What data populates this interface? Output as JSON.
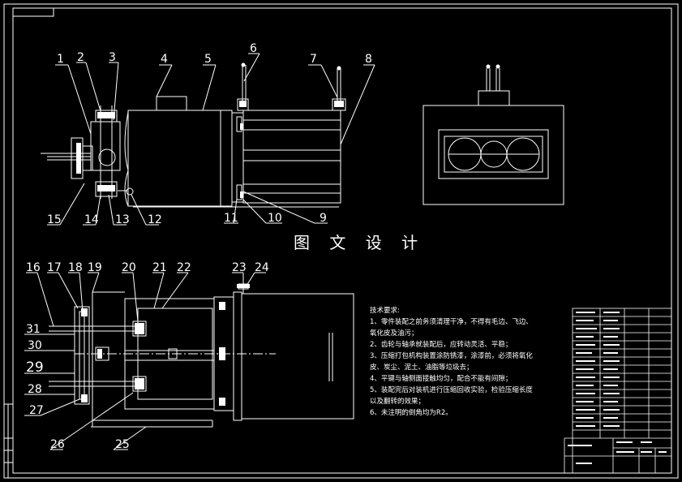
{
  "title_watermark": "图 文 设 计",
  "part_numbers": [
    "1",
    "2",
    "3",
    "4",
    "5",
    "6",
    "7",
    "8",
    "9",
    "10",
    "11",
    "12",
    "13",
    "14",
    "15",
    "16",
    "17",
    "18",
    "19",
    "20",
    "21",
    "22",
    "23",
    "24",
    "25",
    "26",
    "27",
    "28",
    "29",
    "30",
    "31"
  ],
  "technical_notes": {
    "heading": "技术要求:",
    "lines": [
      "1、零件装配之前务须清理干净，不得有毛边、飞边、",
      "氧化皮及油污；",
      "2、齿轮与轴承就装配后，应转动灵活、平稳；",
      "3、压缩打包机构装置涂防锈漆，涂漆前，必须将氧化",
      "皮、炭尘、泥土、油脂等垃圾去；",
      "4、平键与轴侧面接触均匀，配合不能有间隙；",
      "5、装配完后对装机进行压缩回收实验，检验压缩长度",
      "以及翻转的效果；",
      "6、未注明的倒角均为R2。"
    ]
  },
  "colors": {
    "background": "#000000",
    "line": "#ffffff"
  }
}
